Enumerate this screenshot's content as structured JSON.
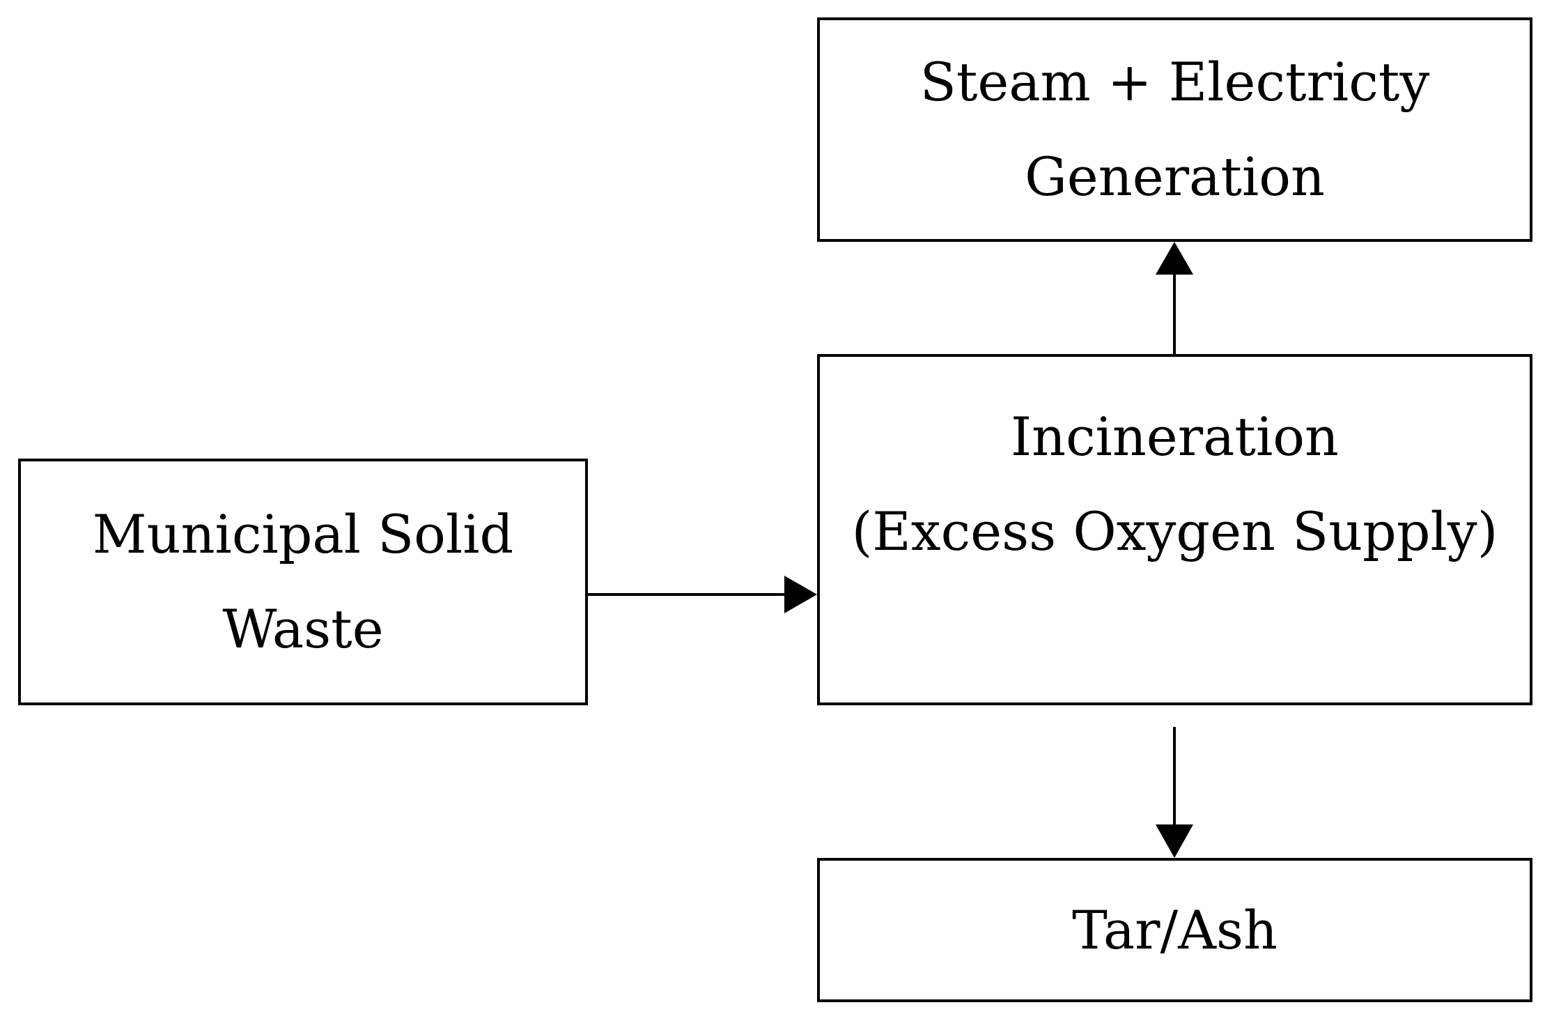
{
  "diagram": {
    "nodes": {
      "msw": {
        "lines": [
          "Municipal Solid",
          "Waste"
        ]
      },
      "incineration": {
        "lines": [
          "Incineration",
          "(Excess Oxygen Supply)"
        ]
      },
      "steam": {
        "lines": [
          "Steam + Electricty",
          "Generation"
        ]
      },
      "tar": {
        "lines": [
          "Tar/Ash"
        ]
      }
    },
    "edges": [
      {
        "from": "msw",
        "to": "incineration"
      },
      {
        "from": "incineration",
        "to": "steam"
      },
      {
        "from": "incineration",
        "to": "tar"
      }
    ],
    "colors": {
      "stroke": "#000000",
      "fill": "#ffffff",
      "text": "#000000"
    }
  }
}
